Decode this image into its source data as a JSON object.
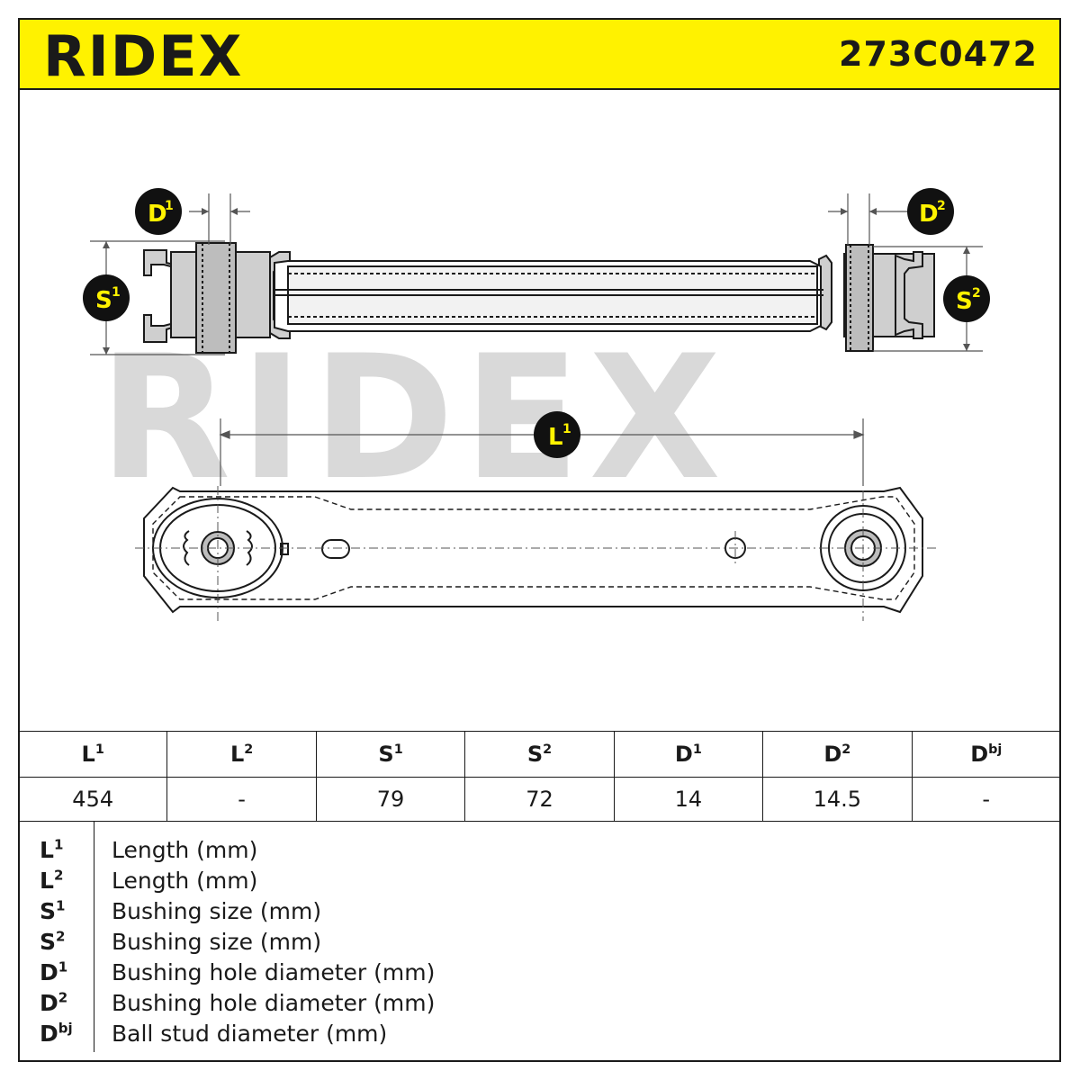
{
  "header": {
    "brand": "RIDEX",
    "part_number": "273C0472",
    "brand_color": "#1a1a1a",
    "header_bg": "#fff200"
  },
  "drawing": {
    "watermark": "RIDEX",
    "callouts": {
      "d1": {
        "base": "D",
        "sup": "1"
      },
      "d2": {
        "base": "D",
        "sup": "2"
      },
      "s1": {
        "base": "S",
        "sup": "1"
      },
      "s2": {
        "base": "S",
        "sup": "2"
      },
      "l1": {
        "base": "L",
        "sup": "1"
      }
    },
    "callout_bg": "#111111",
    "callout_text": "#fff200"
  },
  "table": {
    "headers": [
      {
        "base": "L",
        "sup": "1"
      },
      {
        "base": "L",
        "sup": "2"
      },
      {
        "base": "S",
        "sup": "1"
      },
      {
        "base": "S",
        "sup": "2"
      },
      {
        "base": "D",
        "sup": "1"
      },
      {
        "base": "D",
        "sup": "2"
      },
      {
        "base": "D",
        "sup": "bj"
      }
    ],
    "values": [
      "454",
      "-",
      "79",
      "72",
      "14",
      "14.5",
      "-"
    ]
  },
  "legend": [
    {
      "base": "L",
      "sup": "1",
      "desc": "Length (mm)"
    },
    {
      "base": "L",
      "sup": "2",
      "desc": "Length (mm)"
    },
    {
      "base": "S",
      "sup": "1",
      "desc": "Bushing size (mm)"
    },
    {
      "base": "S",
      "sup": "2",
      "desc": "Bushing size (mm)"
    },
    {
      "base": "D",
      "sup": "1",
      "desc": "Bushing hole diameter (mm)"
    },
    {
      "base": "D",
      "sup": "2",
      "desc": "Bushing hole diameter (mm)"
    },
    {
      "base": "D",
      "sup": "bj",
      "desc": "Ball stud diameter (mm)"
    }
  ]
}
